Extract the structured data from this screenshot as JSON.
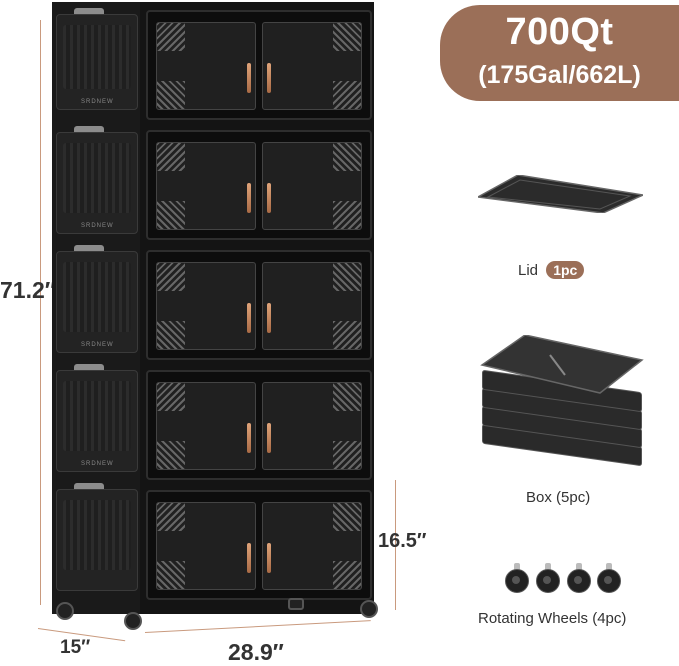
{
  "capacity": {
    "primary": "700Qt",
    "secondary": "(175Gal/662L)"
  },
  "dimensions": {
    "height": "71.2″",
    "depth": "15″",
    "width": "28.9″",
    "tier_height": "16.5″"
  },
  "components": {
    "lid": {
      "label": "Lid",
      "count": "1pc"
    },
    "box": {
      "label": "Box (5pc)"
    },
    "wheels": {
      "label": "Rotating Wheels (4pc)"
    }
  },
  "brand": "SRDNEW",
  "colors": {
    "accent": "#9b6f58",
    "cabinet": "#141414",
    "handle": "#c98a5f"
  }
}
